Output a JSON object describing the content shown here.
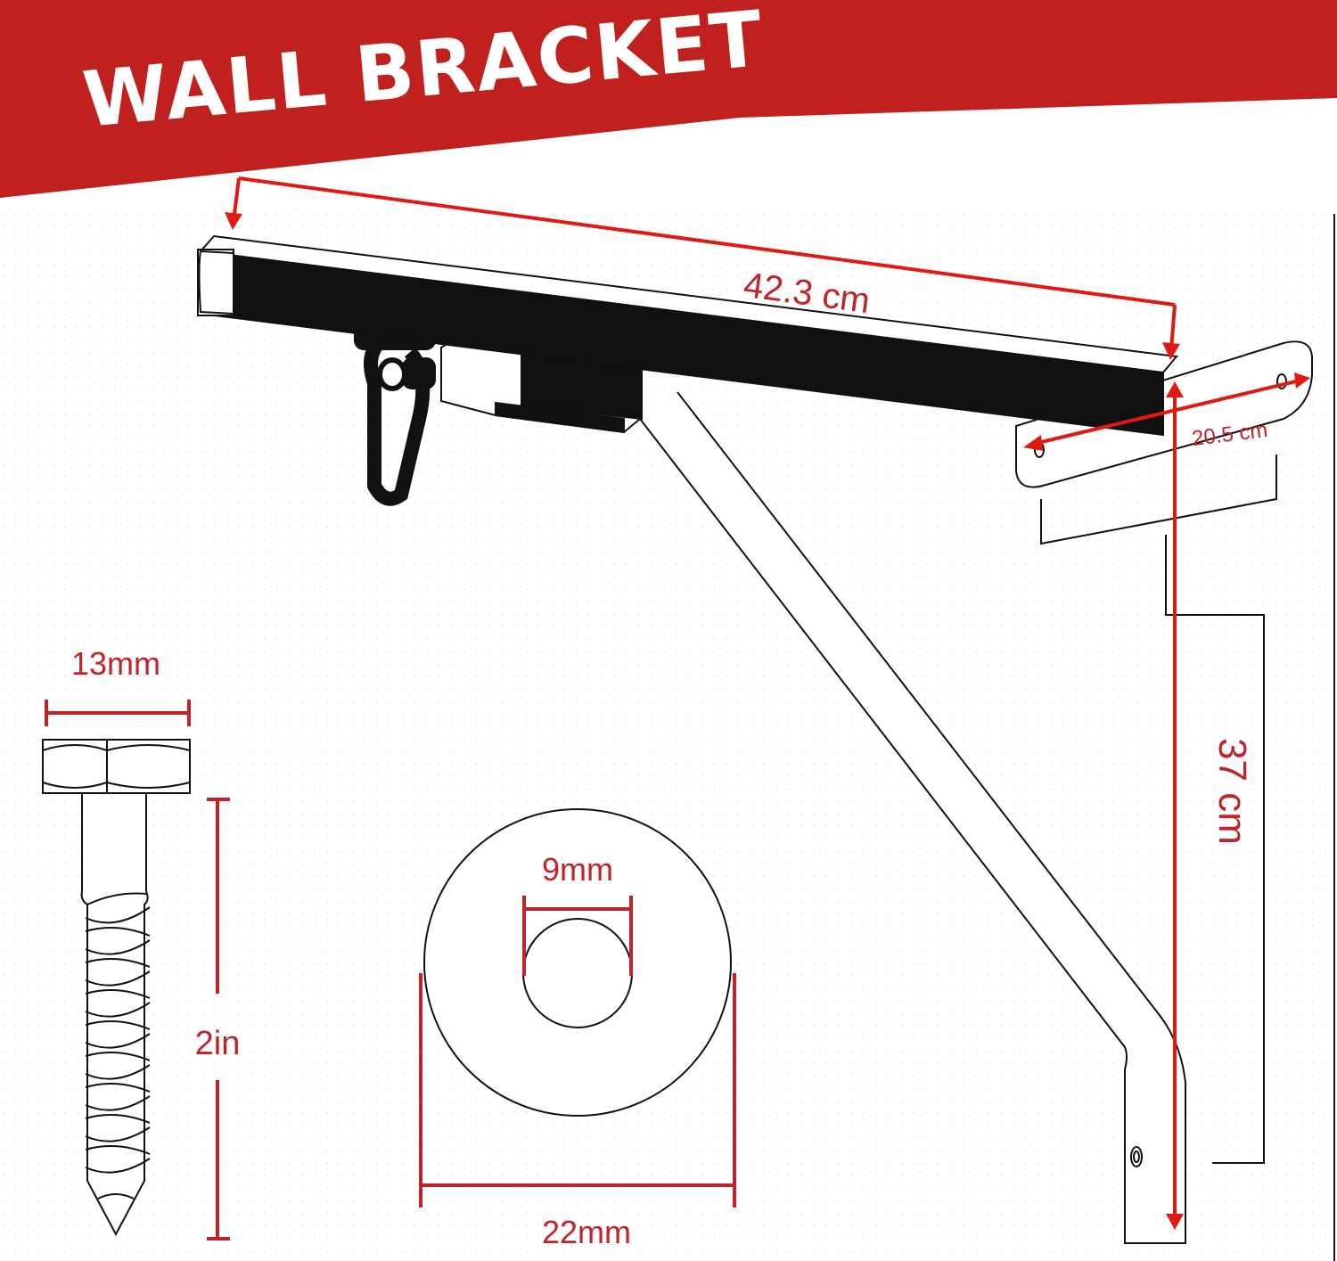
{
  "banner": {
    "title": "WALL BRACKET",
    "color": "#c0211f",
    "title_color": "#ffffff"
  },
  "colors": {
    "dimension_arrow": "#e01a12",
    "dimension_text": "#c0242b",
    "outline": "#111111",
    "background": "#ffffff"
  },
  "bracket_dims": {
    "arm_length": "42.3 cm",
    "plate_width": "20.5 cm",
    "height": "37 cm"
  },
  "screw_dims": {
    "head_width": "13mm",
    "length": "2in"
  },
  "washer_dims": {
    "inner_diameter": "9mm",
    "outer_diameter": "22mm"
  }
}
